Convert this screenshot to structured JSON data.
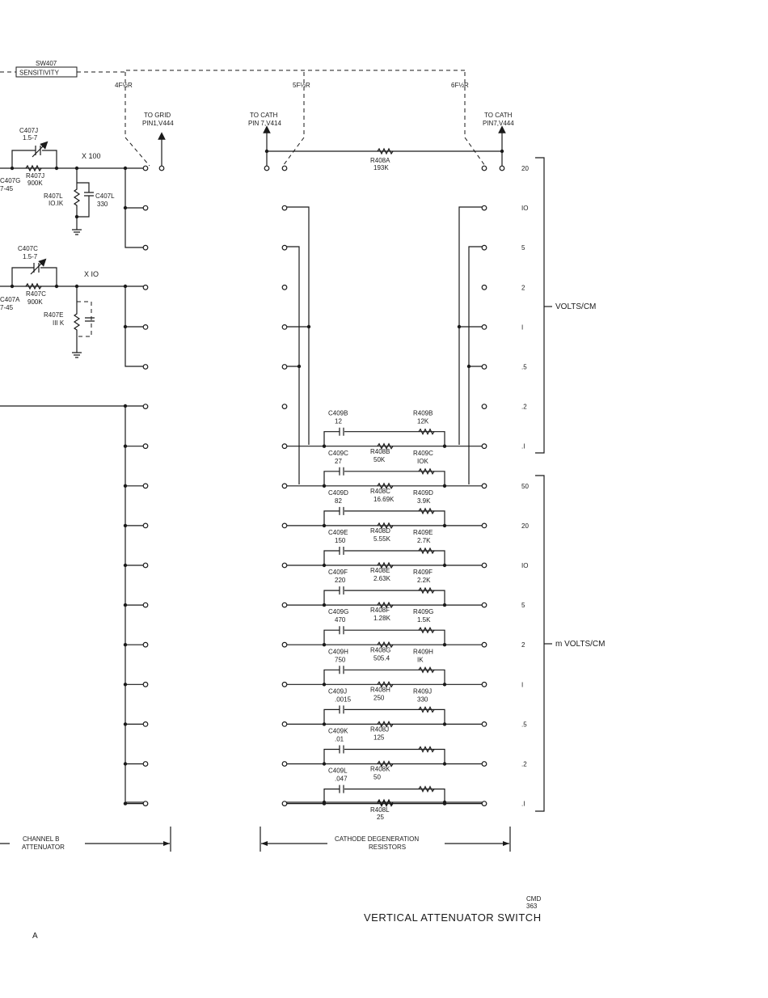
{
  "switch": {
    "ref": "SW407",
    "name": "SENSITIVITY"
  },
  "wafers": [
    "4F½R",
    "5F½R",
    "6F½R"
  ],
  "connections": {
    "to_grid": [
      "TO GRID",
      "PIN1,V444"
    ],
    "to_cath_left": [
      "TO CATH",
      "PIN 7,V414"
    ],
    "to_cath_right": [
      "TO CATH",
      "PIN7,V444"
    ]
  },
  "input": {
    "x100": "X 100",
    "x10": "X IO",
    "c407j": [
      "C407J",
      "1.5-7"
    ],
    "r407j": [
      "R407J",
      "900K"
    ],
    "c407g": [
      "C407G",
      "7-45"
    ],
    "r407l": [
      "R407L",
      "IO.IK"
    ],
    "c407l": [
      "C407L",
      "330"
    ],
    "c407c": [
      "C407C",
      "1.5-7"
    ],
    "r407c": [
      "R407C",
      "900K"
    ],
    "c407a": [
      "C407A",
      "7-45"
    ],
    "r407e": [
      "R407E",
      "III K"
    ]
  },
  "r408a": [
    "R408A",
    "193K"
  ],
  "networks": [
    {
      "cap": [
        "C409B",
        "12"
      ],
      "series": [],
      "shunt": [
        "R409B",
        "12K"
      ]
    },
    {
      "cap": [
        "C409C",
        "27"
      ],
      "series": [
        "R408B",
        "50K"
      ],
      "shunt": [
        "R409C",
        "IOK"
      ]
    },
    {
      "cap": [
        "C409D",
        "82"
      ],
      "series": [
        "R408C",
        "16.69K"
      ],
      "shunt": [
        "R409D",
        "3.9K"
      ]
    },
    {
      "cap": [
        "C409E",
        "150"
      ],
      "series": [
        "R408D",
        "5.55K"
      ],
      "shunt": [
        "R409E",
        "2.7K"
      ]
    },
    {
      "cap": [
        "C409F",
        "220"
      ],
      "series": [
        "R408E",
        "2.63K"
      ],
      "shunt": [
        "R409F",
        "2.2K"
      ]
    },
    {
      "cap": [
        "C409G",
        "470"
      ],
      "series": [
        "R408F",
        "1.28K"
      ],
      "shunt": [
        "R409G",
        "1.5K"
      ]
    },
    {
      "cap": [
        "C409H",
        "750"
      ],
      "series": [
        "R408G",
        "505.4"
      ],
      "shunt": [
        "R409H",
        "IK"
      ]
    },
    {
      "cap": [
        "C409J",
        ".0015"
      ],
      "series": [
        "R408H",
        "250"
      ],
      "shunt": [
        "R409J",
        "330"
      ]
    },
    {
      "cap": [
        "C409K",
        ".01"
      ],
      "series": [
        "R408J",
        "125"
      ],
      "shunt": []
    },
    {
      "cap": [
        "C409L",
        ".047"
      ],
      "series": [
        "R408K",
        "50"
      ],
      "shunt": []
    }
  ],
  "r408l": [
    "R408L",
    "25"
  ],
  "positions": [
    "20",
    "IO",
    "5",
    "2",
    "I",
    ".5",
    ".2",
    ".I",
    "50",
    "20",
    "IO",
    "5",
    "2",
    "I",
    ".5",
    ".2",
    ".I"
  ],
  "range_volts": "VOLTS/CM",
  "range_mvolts": "m VOLTS/CM",
  "bottom": {
    "channel_b": [
      "CHANNEL B",
      "ATTENUATOR"
    ],
    "cathode": [
      "CATHODE DEGENERATION",
      "RESISTORS"
    ]
  },
  "drawing_no": [
    "CMD",
    "363"
  ],
  "title": "VERTICAL ATTENUATOR SWITCH",
  "sheet": "A"
}
